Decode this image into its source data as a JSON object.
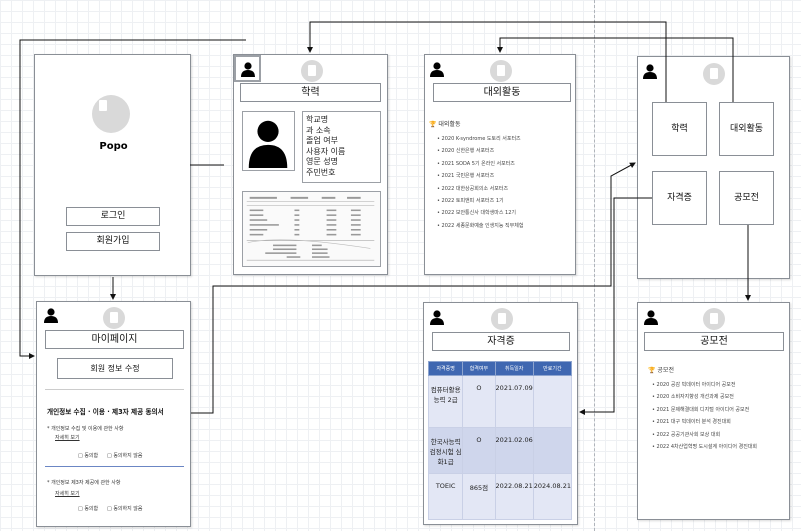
{
  "popo": {
    "name": "Popo",
    "login": "로그인",
    "signup": "회원가입"
  },
  "education": {
    "title": "학력",
    "fields": [
      "학교명",
      "과 소속",
      "졸업 여부",
      "사용자 이름",
      "영문 성명",
      "주민번호"
    ]
  },
  "activities": {
    "title": "대외활동",
    "section": "대외활동",
    "items": [
      "2020 K-syndrome 도토리 서포터즈",
      "2020 신한은행 서포터즈",
      "2021 SODA 5기 온라인 서포터즈",
      "2021 국민은행 서포터즈",
      "2022 대한상공회의소 서포터즈",
      "2022 토피앤피 서포터즈 1기",
      "2022 보안통신사 대학생마스 12기",
      "2022 세종문화예술 인생지능 직무체험"
    ]
  },
  "hub": {
    "tiles": [
      "학력",
      "대외활동",
      "자격증",
      "공모전"
    ]
  },
  "mypage": {
    "title": "마이페이지",
    "edit": "회원 정보 수정",
    "consent_title": "개인정보 수집 · 이용 · 제3자 제공 동의서",
    "clause1": "* 개인정보 수집 및 이용에 관한 사항",
    "clause2": "* 개인정보 제3자 제공에 관한 사항",
    "view": "자세히 보기",
    "agree": "□ 동의함",
    "disagree": "□ 동의하지 않음"
  },
  "certs": {
    "title": "자격증",
    "headers": [
      "자격증명",
      "합격여부",
      "취득일자",
      "만료기간"
    ],
    "rows": [
      [
        "컴퓨터활용능력 2급",
        "O",
        "2021.07.09",
        ""
      ],
      [
        "한국사능력검정시험 심화1급",
        "O",
        "2021.02.06",
        ""
      ],
      [
        "TOEIC",
        "865점",
        "2022.08.21",
        "2024.08.21"
      ]
    ]
  },
  "contest": {
    "title": "공모전",
    "section": "공모전",
    "items": [
      "2020 공감 빅데이터 아이디어 공모전",
      "2020 소비자지향성 개선과제 공모전",
      "2021 문제해결대회 디지털 아이디어 공모전",
      "2021 대구 빅데이터 분석 경진대회",
      "2022 공공기관사회 보상 대회",
      "2022 4차산업혁명 도시설계 아이디어 경진대회"
    ]
  }
}
